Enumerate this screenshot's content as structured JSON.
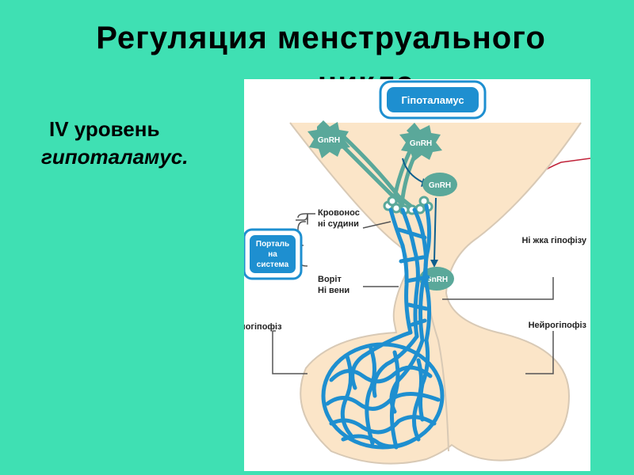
{
  "slide": {
    "title_line1": "Регуляция менструального",
    "title_line2": "цикла",
    "level": "IV уровень",
    "organ": "гипоталамус."
  },
  "diagram": {
    "hypothalamus": "Гіпоталамус",
    "hormone": "GnRH",
    "portal_system_lines": [
      "Порталь",
      "на",
      "система"
    ],
    "capillaries_lines": [
      "Кровонос",
      "ні судини"
    ],
    "portal_veins_lines": [
      "Ворiт",
      "Нi вени"
    ],
    "pituitary_stalk": "Ні жка гіпофізу",
    "adenohypophysis": "Аденогіпофіз",
    "neurohypophysis": "Нейрогіпофіз"
  },
  "colors": {
    "background": "#3fe0b3",
    "blue": "#1e8fd0",
    "teal": "#5aa89a",
    "tissue": "#fbe5c8",
    "pink": "#f7c4bd",
    "red_line": "#c0243a",
    "dark_blue": "#0d5f8e"
  }
}
